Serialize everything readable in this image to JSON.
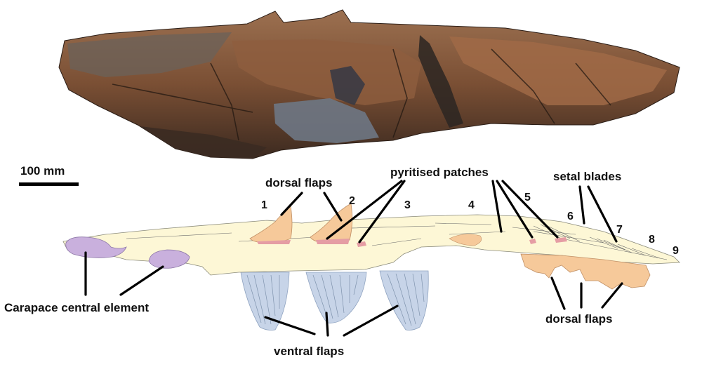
{
  "photo": {
    "description_icon": "fossil-photo-icon"
  },
  "scale_bar": {
    "label": "100 mm"
  },
  "labels": {
    "dorsal_flaps_top": "dorsal flaps",
    "pyritised_patches": "pyritised patches",
    "setal_blades": "setal blades",
    "carapace": "Carapace central element",
    "ventral_flaps": "ventral flaps",
    "dorsal_flaps_bottom": "dorsal flaps"
  },
  "segments": [
    "1",
    "2",
    "3",
    "4",
    "5",
    "6",
    "7",
    "8",
    "9"
  ],
  "colors": {
    "body": "#fdf7d6",
    "dorsal_flap": "#f6c99a",
    "ventral_flap": "#c7d4e8",
    "carapace": "#c9b0dd",
    "pyrite": "#e59da4",
    "rock_dark": "#4a3628",
    "rock_mid": "#8a5a3a"
  }
}
